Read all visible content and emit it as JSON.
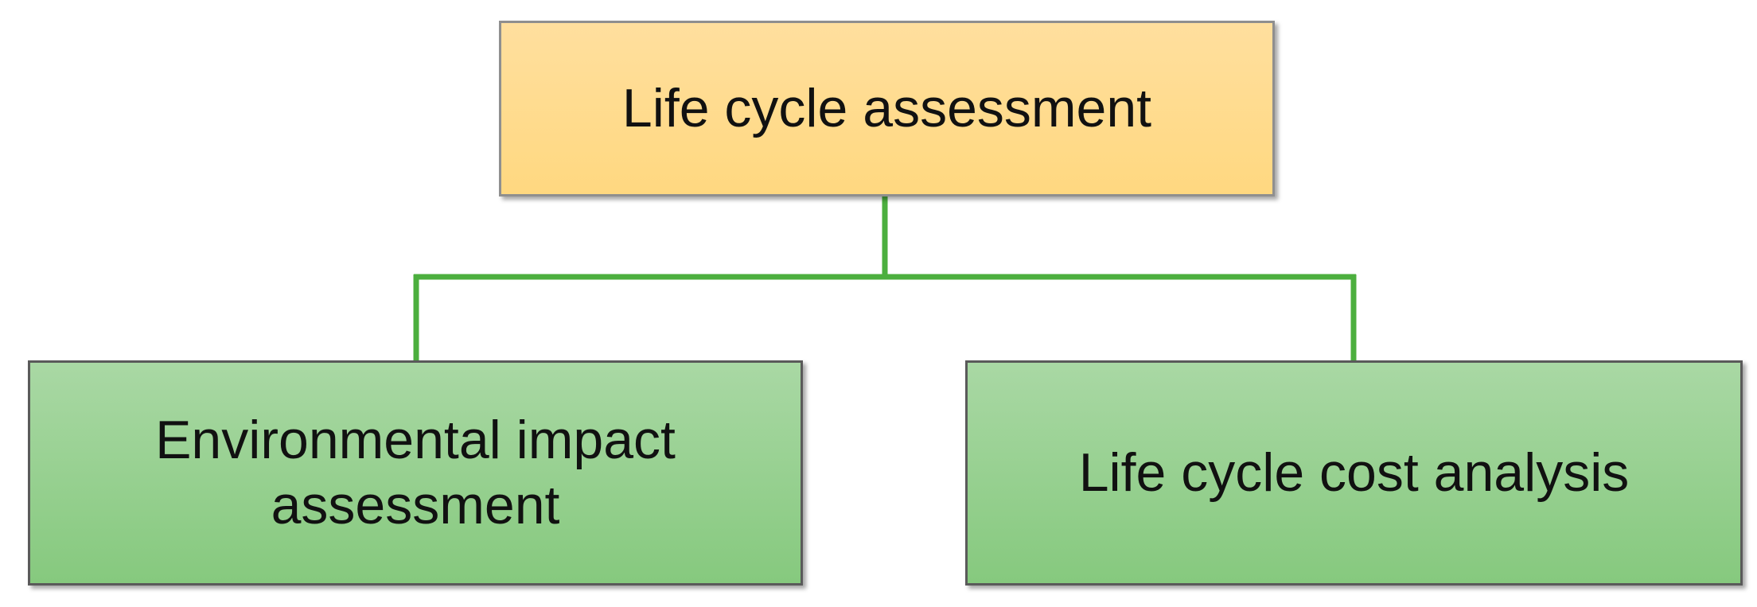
{
  "diagram": {
    "root": {
      "label": "Life cycle assessment"
    },
    "children": [
      {
        "label": "Environmental impact\nassessment"
      },
      {
        "label": "Life cycle cost analysis"
      }
    ],
    "colors": {
      "root_fill": "#ffd880",
      "child_fill": "#92cf8a",
      "connector": "#4caf3e"
    }
  }
}
